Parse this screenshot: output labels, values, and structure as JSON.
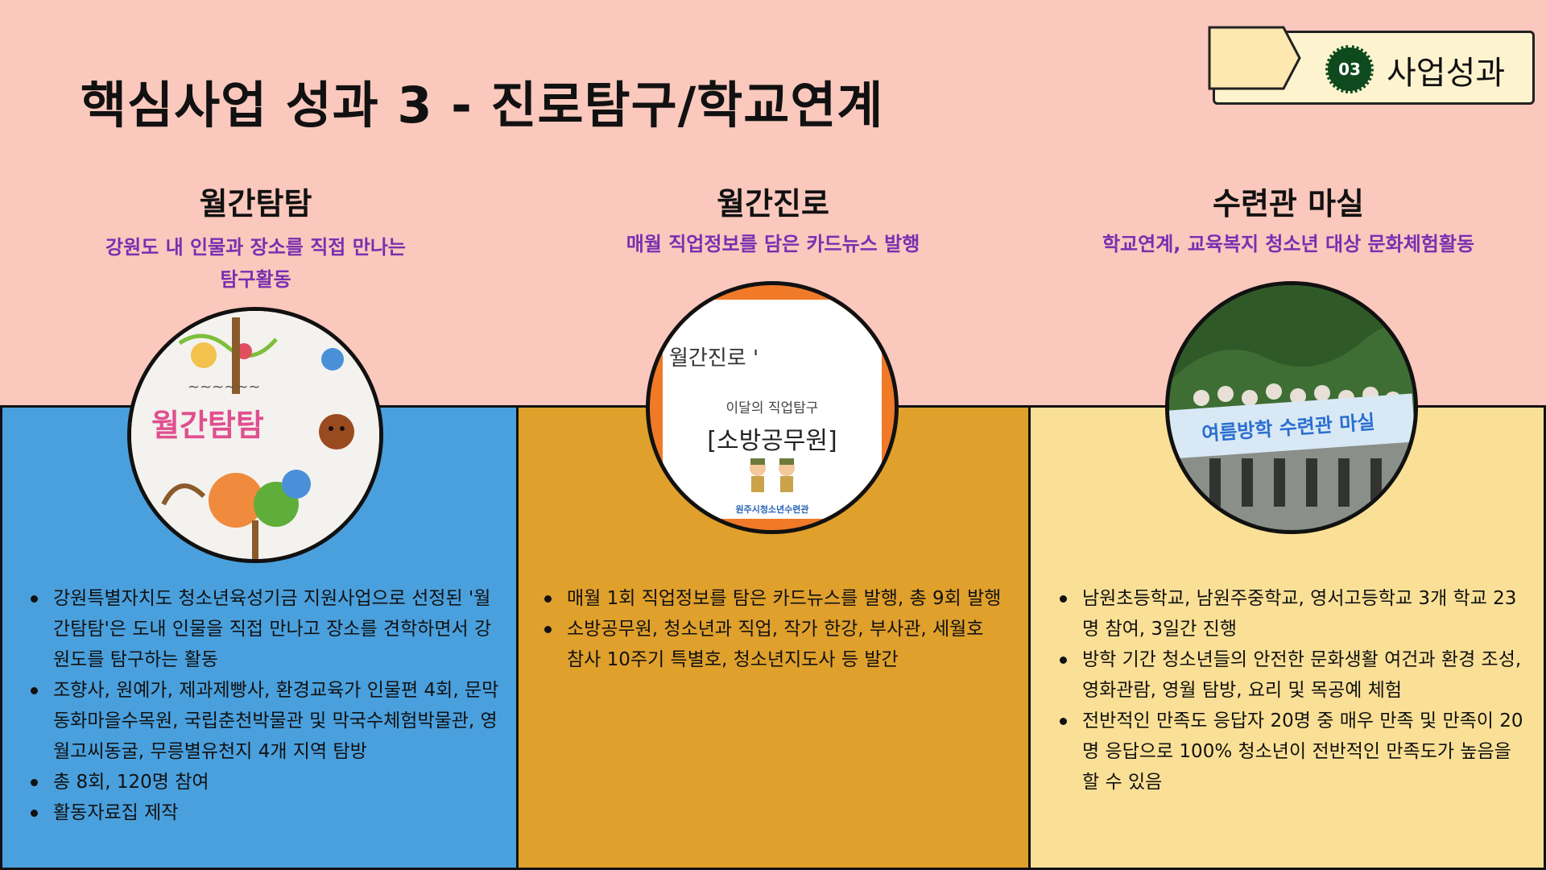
{
  "page": {
    "title": "핵심사업 성과 3 - 진로탐구/학교연계"
  },
  "badge": {
    "number": "03",
    "label": "사업성과"
  },
  "columns": [
    {
      "title": "월간탐탐",
      "subtitle_line1": "강원도 내 인물과 장소를 직접 만나는",
      "subtitle_line2": "탐구활동",
      "image_text": "월간탐탐",
      "bullets": [
        "강원특별자치도 청소년육성기금 지원사업으로 선정된 '월간탐탐'은 도내 인물을 직접 만나고 장소를 견학하면서 강원도를 탐구하는 활동",
        "조향사, 원예가, 제과제빵사, 환경교육가 인물편 4회, 문막 동화마을수목원, 국립춘천박물관 및 막국수체험박물관, 영월고씨동굴, 무릉별유천지 4개 지역 탐방",
        "총 8회, 120명 참여",
        "활동자료집 제작"
      ]
    },
    {
      "title": "월간진로",
      "subtitle_line1": "매월 직업정보를 담은 카드뉴스 발행",
      "image_title": "월간진로 '",
      "image_caption": "이달의 직업탐구",
      "image_job": "[소방공무원]",
      "image_org": "원주시청소년수련관",
      "bullets": [
        "매월 1회 직업정보를 탐은 카드뉴스를 발행, 총 9회 발행",
        "소방공무원, 청소년과 직업, 작가 한강, 부사관, 세월호 참사 10주기 특별호, 청소년지도사 등 발간"
      ]
    },
    {
      "title": "수련관 마실",
      "subtitle_line1": "학교연계, 교육복지 청소년 대상 문화체험활동",
      "image_banner": "여름방학 수련관 마실",
      "bullets": [
        "남원초등학교, 남원주중학교, 영서고등학교 3개 학교 23명 참여, 3일간 진행",
        "방학 기간 청소년들의 안전한 문화생활 여건과 환경 조성, 영화관람, 영월 탐방, 요리 및 목공예 체험",
        "전반적인 만족도 응답자 20명 중 매우 만족 및 만족이 20명 응답으로 100% 청소년이 전반적인 만족도가 높음을 할 수 있음"
      ]
    }
  ],
  "colors": {
    "top_background": "#fbc8bd",
    "panel1": "#4aa0dd",
    "panel2": "#e0a02c",
    "panel3": "#fae096",
    "subtitle": "#7a2fb0",
    "badge_circle": "#0e4a1e"
  }
}
